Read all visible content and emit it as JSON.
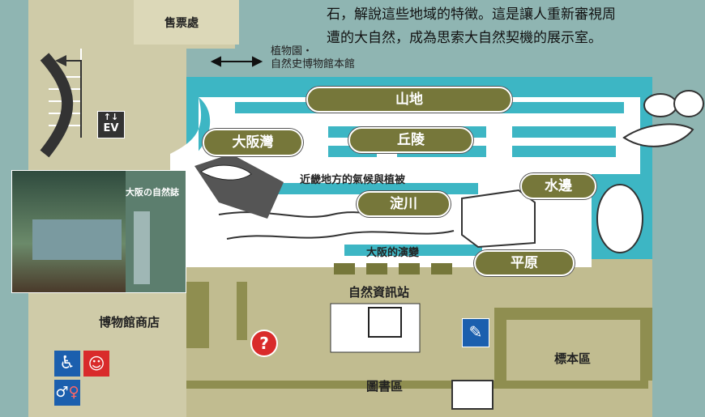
{
  "header_text": {
    "line1": "石，解說這些地域的特徵。這是讓人重新審視周",
    "line2": "遭的大自然，成為思索大自然契機的展示室。"
  },
  "labels": {
    "ticket_office": "售票處",
    "botanical_line1": "植物園・",
    "botanical_line2": "自然史博物館本館",
    "elevator": "EV",
    "shop": "博物館商店",
    "info_station": "自然資訊站",
    "library": "圖書區",
    "specimen_area": "標本區",
    "kinki_climate": "近畿地方的氣候與植被",
    "osaka_change": "大阪的演變"
  },
  "zones": {
    "mountain": "山地",
    "osaka_bay": "大阪灣",
    "hills": "丘陵",
    "yodo_river": "淀川",
    "waterside": "水邊",
    "plain": "平原"
  },
  "photo": {
    "sign_line1": "大阪の自然誌"
  },
  "colors": {
    "background": "#8fb5b2",
    "floor": "#c1bc90",
    "olive": "#76773a",
    "teal": "#3db6c4",
    "accessibility_blue": "#1b5fae",
    "restroom_red": "#d92b2b"
  },
  "icons": [
    "elevator-icon",
    "wheelchair-icon",
    "baby-care-icon",
    "restroom-icon",
    "library-icon",
    "help-icon"
  ]
}
